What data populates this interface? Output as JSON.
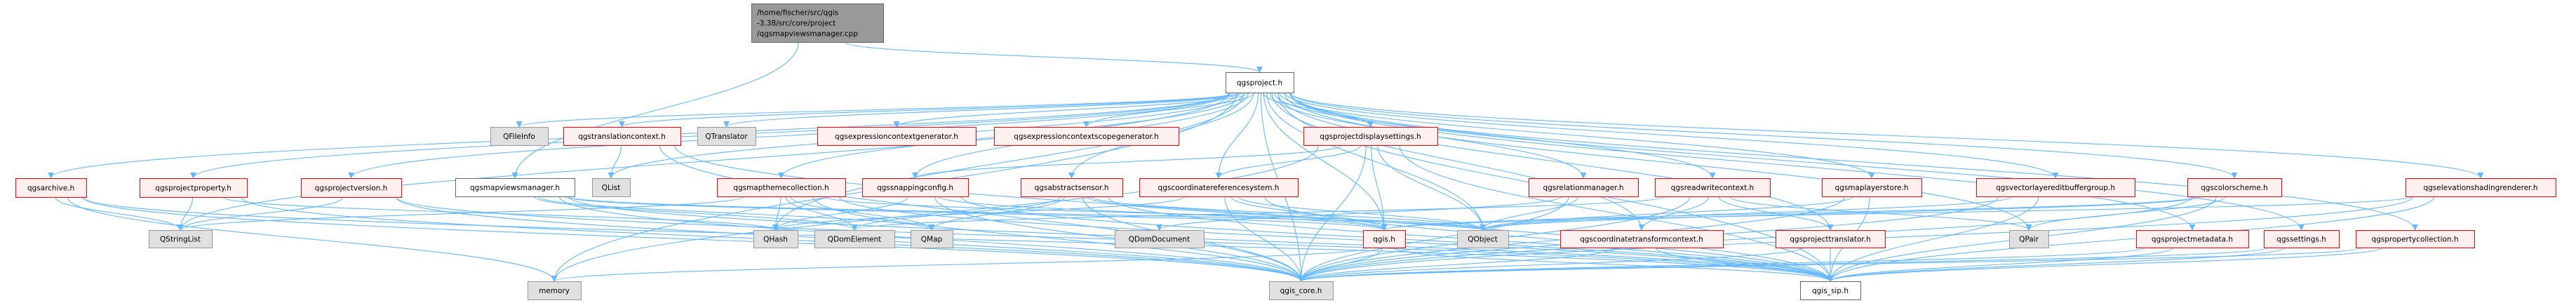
{
  "title": "/home/fischer/src/qgis-3.38/src/core/project/qgsmapviewsmanager.cpp include dependency graph",
  "colors": {
    "edge": "#63b8ff",
    "red_border": "#ff0000",
    "red_fill": "#fff0f0",
    "gray_fill": "#e0e0e0",
    "gray_border": "#999999",
    "root_fill": "#999999"
  },
  "nodes": [
    {
      "id": "root",
      "style": "root",
      "lines": [
        "/home/fischer/src/qgis",
        "-3.38/src/core/project",
        "/qgsmapviewsmanager.cpp"
      ]
    },
    {
      "id": "qgsproject",
      "style": "white",
      "lines": [
        "qgsproject.h"
      ]
    },
    {
      "id": "QFileInfo",
      "style": "gray",
      "lines": [
        "QFileInfo"
      ]
    },
    {
      "id": "qgstranslationcontext",
      "style": "red",
      "lines": [
        "qgstranslationcontext.h"
      ]
    },
    {
      "id": "QTranslator",
      "style": "gray",
      "lines": [
        "QTranslator"
      ]
    },
    {
      "id": "qgsexpressioncontextgenerator",
      "style": "red",
      "lines": [
        "qgsexpressioncontextgenerator.h"
      ]
    },
    {
      "id": "qgsexpressioncontextscopegenerator",
      "style": "red",
      "lines": [
        "qgsexpressioncontextscopegenerator.h"
      ]
    },
    {
      "id": "qgsprojectdisplaysettings",
      "style": "red",
      "lines": [
        "qgsprojectdisplaysettings.h"
      ]
    },
    {
      "id": "qgsarchive",
      "style": "red",
      "lines": [
        "qgsarchive.h"
      ]
    },
    {
      "id": "qgsprojectproperty",
      "style": "red",
      "lines": [
        "qgsprojectproperty.h"
      ]
    },
    {
      "id": "qgsprojectversion",
      "style": "red",
      "lines": [
        "qgsprojectversion.h"
      ]
    },
    {
      "id": "qgsmapviewsmanager",
      "style": "white",
      "lines": [
        "qgsmapviewsmanager.h"
      ]
    },
    {
      "id": "QList",
      "style": "gray",
      "lines": [
        "QList"
      ]
    },
    {
      "id": "qgsmapthemecollection",
      "style": "red",
      "lines": [
        "qgsmapthemecollection.h"
      ]
    },
    {
      "id": "qgssnappingconfig",
      "style": "red",
      "lines": [
        "qgssnappingconfig.h"
      ]
    },
    {
      "id": "qgsabstractsensor",
      "style": "red",
      "lines": [
        "qgsabstractsensor.h"
      ]
    },
    {
      "id": "qgscoordinatereferencesystem",
      "style": "red",
      "lines": [
        "qgscoordinatereferencesystem.h"
      ]
    },
    {
      "id": "qgsrelationmanager",
      "style": "red",
      "lines": [
        "qgsrelationmanager.h"
      ]
    },
    {
      "id": "qgsreadwritecontext",
      "style": "red",
      "lines": [
        "qgsreadwritecontext.h"
      ]
    },
    {
      "id": "qgsmaplayerstore",
      "style": "red",
      "lines": [
        "qgsmaplayerstore.h"
      ]
    },
    {
      "id": "qgsvectorlayereditbuffergroup",
      "style": "red",
      "lines": [
        "qgsvectorlayereditbuffergroup.h"
      ]
    },
    {
      "id": "qgscolorscheme",
      "style": "red",
      "lines": [
        "qgscolorscheme.h"
      ]
    },
    {
      "id": "qgselevationshadingrenderer",
      "style": "red",
      "lines": [
        "qgselevationshadingrenderer.h"
      ]
    },
    {
      "id": "QStringList",
      "style": "gray",
      "lines": [
        "QStringList"
      ]
    },
    {
      "id": "QHash",
      "style": "gray",
      "lines": [
        "QHash"
      ]
    },
    {
      "id": "QDomElement",
      "style": "gray",
      "lines": [
        "QDomElement"
      ]
    },
    {
      "id": "QMap",
      "style": "gray",
      "lines": [
        "QMap"
      ]
    },
    {
      "id": "QDomDocument",
      "style": "gray",
      "lines": [
        "QDomDocument"
      ]
    },
    {
      "id": "qgis",
      "style": "red",
      "lines": [
        "qgis.h"
      ]
    },
    {
      "id": "QObject",
      "style": "gray",
      "lines": [
        "QObject"
      ]
    },
    {
      "id": "qgscoordinatetransformcontext",
      "style": "red",
      "lines": [
        "qgscoordinatetransformcontext.h"
      ]
    },
    {
      "id": "qgsprojecttranslator",
      "style": "red",
      "lines": [
        "qgsprojecttranslator.h"
      ]
    },
    {
      "id": "QPair",
      "style": "gray",
      "lines": [
        "QPair"
      ]
    },
    {
      "id": "qgsprojectmetadata",
      "style": "red",
      "lines": [
        "qgsprojectmetadata.h"
      ]
    },
    {
      "id": "qgssettings",
      "style": "red",
      "lines": [
        "qgssettings.h"
      ]
    },
    {
      "id": "qgspropertycollection",
      "style": "red",
      "lines": [
        "qgspropertycollection.h"
      ]
    },
    {
      "id": "memory",
      "style": "gray",
      "lines": [
        "memory"
      ]
    },
    {
      "id": "qgis_core",
      "style": "gray",
      "lines": [
        "qgis_core.h"
      ]
    },
    {
      "id": "qgis_sip",
      "style": "white",
      "lines": [
        "qgis_sip.h"
      ]
    }
  ],
  "edges": [
    [
      "root",
      "qgsproject"
    ],
    [
      "root",
      "qgsmapviewsmanager"
    ],
    [
      "qgsproject",
      "QFileInfo"
    ],
    [
      "qgsproject",
      "qgstranslationcontext"
    ],
    [
      "qgsproject",
      "QTranslator"
    ],
    [
      "qgsproject",
      "qgsexpressioncontextgenerator"
    ],
    [
      "qgsproject",
      "qgsexpressioncontextscopegenerator"
    ],
    [
      "qgsproject",
      "qgsprojectdisplaysettings"
    ],
    [
      "qgsproject",
      "qgsarchive"
    ],
    [
      "qgsproject",
      "qgsprojectproperty"
    ],
    [
      "qgsproject",
      "qgsprojectversion"
    ],
    [
      "qgsproject",
      "QList"
    ],
    [
      "qgsproject",
      "qgsmapthemecollection"
    ],
    [
      "qgsproject",
      "qgssnappingconfig"
    ],
    [
      "qgsproject",
      "qgsabstractsensor"
    ],
    [
      "qgsproject",
      "qgscoordinatereferencesystem"
    ],
    [
      "qgsproject",
      "qgsrelationmanager"
    ],
    [
      "qgsproject",
      "qgsreadwritecontext"
    ],
    [
      "qgsproject",
      "qgsmaplayerstore"
    ],
    [
      "qgsproject",
      "qgsvectorlayereditbuffergroup"
    ],
    [
      "qgsproject",
      "qgscolorscheme"
    ],
    [
      "qgsproject",
      "qgselevationshadingrenderer"
    ],
    [
      "qgsproject",
      "QStringList"
    ],
    [
      "qgsproject",
      "QHash"
    ],
    [
      "qgsproject",
      "qgis"
    ],
    [
      "qgsproject",
      "QObject"
    ],
    [
      "qgsproject",
      "qgscoordinatetransformcontext"
    ],
    [
      "qgsproject",
      "qgsprojecttranslator"
    ],
    [
      "qgsproject",
      "QPair"
    ],
    [
      "qgsproject",
      "qgsprojectmetadata"
    ],
    [
      "qgsproject",
      "qgssettings"
    ],
    [
      "qgsproject",
      "qgspropertycollection"
    ],
    [
      "qgsproject",
      "memory"
    ],
    [
      "qgsproject",
      "qgis_core"
    ],
    [
      "qgsproject",
      "qgis_sip"
    ],
    [
      "qgstranslationcontext",
      "QList"
    ],
    [
      "qgstranslationcontext",
      "qgis_core"
    ],
    [
      "qgstranslationcontext",
      "qgis_sip"
    ],
    [
      "qgsprojectdisplaysettings",
      "qgscoordinatereferencesystem"
    ],
    [
      "qgsprojectdisplaysettings",
      "qgssnappingconfig"
    ],
    [
      "qgsprojectdisplaysettings",
      "qgis"
    ],
    [
      "qgsprojectdisplaysettings",
      "QObject"
    ],
    [
      "qgsprojectdisplaysettings",
      "qgis_core"
    ],
    [
      "qgsprojectdisplaysettings",
      "qgis_sip"
    ],
    [
      "qgsprojectdisplaysettings",
      "memory"
    ],
    [
      "qgsarchive",
      "QStringList"
    ],
    [
      "qgsarchive",
      "memory"
    ],
    [
      "qgsarchive",
      "qgis_core"
    ],
    [
      "qgsarchive",
      "qgis_sip"
    ],
    [
      "qgsprojectproperty",
      "QStringList"
    ],
    [
      "qgsprojectproperty",
      "QHash"
    ],
    [
      "qgsprojectproperty",
      "qgis_core"
    ],
    [
      "qgsprojectversion",
      "QStringList"
    ],
    [
      "qgsprojectversion",
      "qgis_core"
    ],
    [
      "qgsprojectversion",
      "qgis_sip"
    ],
    [
      "qgsmapviewsmanager",
      "QDomElement"
    ],
    [
      "qgsmapviewsmanager",
      "QMap"
    ],
    [
      "qgsmapviewsmanager",
      "QObject"
    ],
    [
      "qgsmapviewsmanager",
      "qgis_core"
    ],
    [
      "qgsmapviewsmanager",
      "qgis_sip"
    ],
    [
      "qgsmapviewsmanager",
      "qgis"
    ],
    [
      "qgsmapthemecollection",
      "QStringList"
    ],
    [
      "qgsmapthemecollection",
      "QHash"
    ],
    [
      "qgsmapthemecollection",
      "QDomElement"
    ],
    [
      "qgsmapthemecollection",
      "QMap"
    ],
    [
      "qgsmapthemecollection",
      "QObject"
    ],
    [
      "qgsmapthemecollection",
      "qgis_core"
    ],
    [
      "qgsmapthemecollection",
      "qgis_sip"
    ],
    [
      "qgssnappingconfig",
      "QHash"
    ],
    [
      "qgssnappingconfig",
      "qgis"
    ],
    [
      "qgssnappingconfig",
      "qgis_core"
    ],
    [
      "qgssnappingconfig",
      "qgis_sip"
    ],
    [
      "qgsabstractsensor",
      "QMap"
    ],
    [
      "qgsabstractsensor",
      "QDomElement"
    ],
    [
      "qgsabstractsensor",
      "qgis"
    ],
    [
      "qgsabstractsensor",
      "QObject"
    ],
    [
      "qgsabstractsensor",
      "qgis_core"
    ],
    [
      "qgsabstractsensor",
      "qgis_sip"
    ],
    [
      "qgscoordinatereferencesystem",
      "QHash"
    ],
    [
      "qgscoordinatereferencesystem",
      "qgis"
    ],
    [
      "qgscoordinatereferencesystem",
      "QObject"
    ],
    [
      "qgscoordinatereferencesystem",
      "qgis_core"
    ],
    [
      "qgscoordinatereferencesystem",
      "qgis_sip"
    ],
    [
      "qgsrelationmanager",
      "QDomDocument"
    ],
    [
      "qgsrelationmanager",
      "QObject"
    ],
    [
      "qgsrelationmanager",
      "qgis_core"
    ],
    [
      "qgsreadwritecontext",
      "qgscoordinatetransformcontext"
    ],
    [
      "qgsreadwritecontext",
      "qgsprojecttranslator"
    ],
    [
      "qgsreadwritecontext",
      "QPair"
    ],
    [
      "qgsreadwritecontext",
      "QDomElement"
    ],
    [
      "qgsreadwritecontext",
      "qgis_core"
    ],
    [
      "qgsmaplayerstore",
      "QObject"
    ],
    [
      "qgsmaplayerstore",
      "qgis_core"
    ],
    [
      "qgsmaplayerstore",
      "qgis_sip"
    ],
    [
      "qgsvectorlayereditbuffergroup",
      "QObject"
    ],
    [
      "qgsvectorlayereditbuffergroup",
      "qgis_core"
    ],
    [
      "qgsvectorlayereditbuffergroup",
      "qgis_sip"
    ],
    [
      "qgscolorscheme",
      "QPair"
    ],
    [
      "qgscolorscheme",
      "QObject"
    ],
    [
      "qgscolorscheme",
      "qgis_core"
    ],
    [
      "qgscolorscheme",
      "qgis_sip"
    ],
    [
      "qgscolorscheme",
      "qgis"
    ],
    [
      "qgselevationshadingrenderer",
      "qgis"
    ],
    [
      "qgselevationshadingrenderer",
      "qgis_core"
    ],
    [
      "qgselevationshadingrenderer",
      "qgis_sip"
    ],
    [
      "qgis",
      "qgis_core"
    ],
    [
      "qgis",
      "qgis_sip"
    ],
    [
      "qgis",
      "memory"
    ],
    [
      "qgscoordinatetransformcontext",
      "qgis_core"
    ],
    [
      "qgscoordinatetransformcontext",
      "qgis_sip"
    ],
    [
      "qgsprojecttranslator",
      "qgis_core"
    ],
    [
      "qgsprojecttranslator",
      "qgis_sip"
    ],
    [
      "qgsprojectmetadata",
      "qgis_core"
    ],
    [
      "qgsprojectmetadata",
      "qgis_sip"
    ],
    [
      "qgssettings",
      "qgis_core"
    ],
    [
      "qgssettings",
      "qgis_sip"
    ],
    [
      "qgspropertycollection",
      "qgis_core"
    ],
    [
      "qgspropertycollection",
      "qgis_sip"
    ]
  ]
}
